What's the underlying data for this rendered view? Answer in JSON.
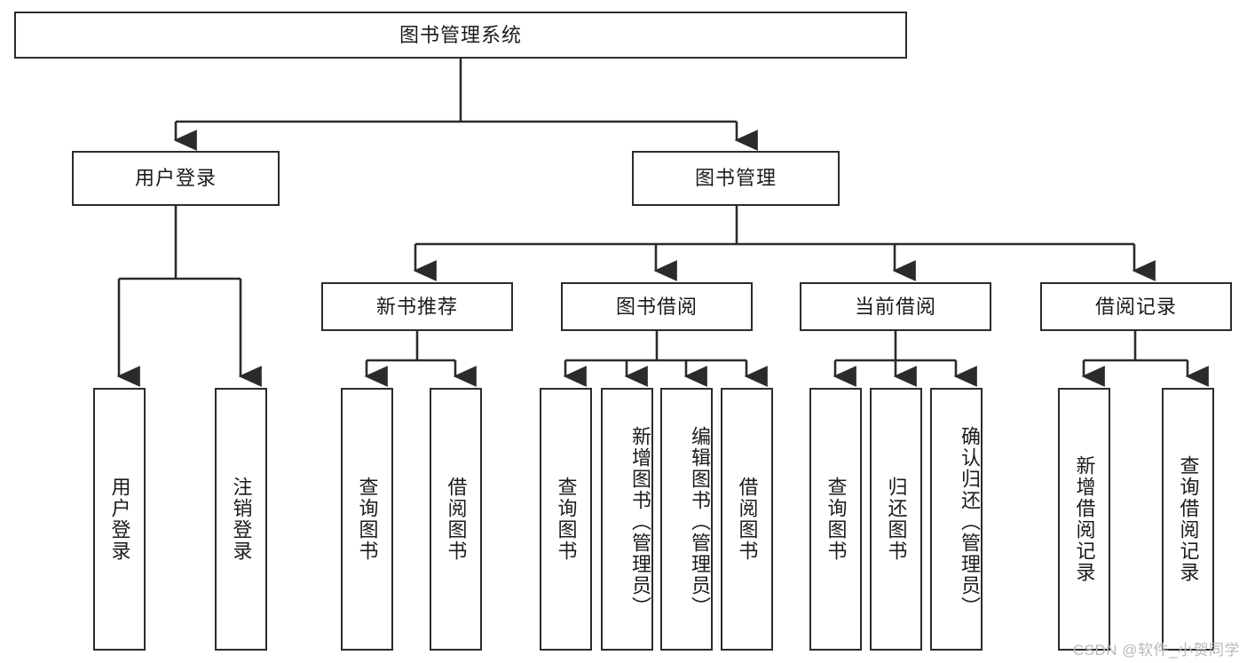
{
  "diagram": {
    "title": "图书管理系统",
    "type": "tree",
    "watermark": "CSDN @软件_小贺同学",
    "colors": {
      "stroke": "#2b2b2b",
      "fill": "#ffffff",
      "text": "#1b1b1b",
      "watermark": "#b9b9b9"
    },
    "levels": {
      "root": {
        "label": "图书管理系统"
      },
      "level2": [
        {
          "id": "user-login",
          "label": "用户登录"
        },
        {
          "id": "book-manage",
          "label": "图书管理"
        }
      ],
      "level3": [
        {
          "id": "new-book-rec",
          "label": "新书推荐"
        },
        {
          "id": "book-borrow",
          "label": "图书借阅"
        },
        {
          "id": "current-borrow",
          "label": "当前借阅"
        },
        {
          "id": "borrow-record",
          "label": "借阅记录"
        }
      ],
      "leaves": [
        {
          "id": "leaf-user-login",
          "parent": "user-login",
          "label": "用户登录"
        },
        {
          "id": "leaf-user-logout",
          "parent": "user-login",
          "label": "注销登录"
        },
        {
          "id": "leaf-query-book-1",
          "parent": "new-book-rec",
          "label": "查询图书"
        },
        {
          "id": "leaf-borrow-book-1",
          "parent": "new-book-rec",
          "label": "借阅图书"
        },
        {
          "id": "leaf-query-book-2",
          "parent": "book-borrow",
          "label": "查询图书"
        },
        {
          "id": "leaf-add-book",
          "parent": "book-borrow",
          "label": "新增图书（管理员）"
        },
        {
          "id": "leaf-edit-book",
          "parent": "book-borrow",
          "label": "编辑图书（管理员）"
        },
        {
          "id": "leaf-borrow-book-2",
          "parent": "book-borrow",
          "label": "借阅图书"
        },
        {
          "id": "leaf-query-book-3",
          "parent": "current-borrow",
          "label": "查询图书"
        },
        {
          "id": "leaf-return-book",
          "parent": "current-borrow",
          "label": "归还图书"
        },
        {
          "id": "leaf-confirm-return",
          "parent": "current-borrow",
          "label": "确认归还（管理员）"
        },
        {
          "id": "leaf-add-record",
          "parent": "borrow-record",
          "label": "新增借阅记录"
        },
        {
          "id": "leaf-query-record",
          "parent": "borrow-record",
          "label": "查询借阅记录"
        }
      ]
    }
  }
}
